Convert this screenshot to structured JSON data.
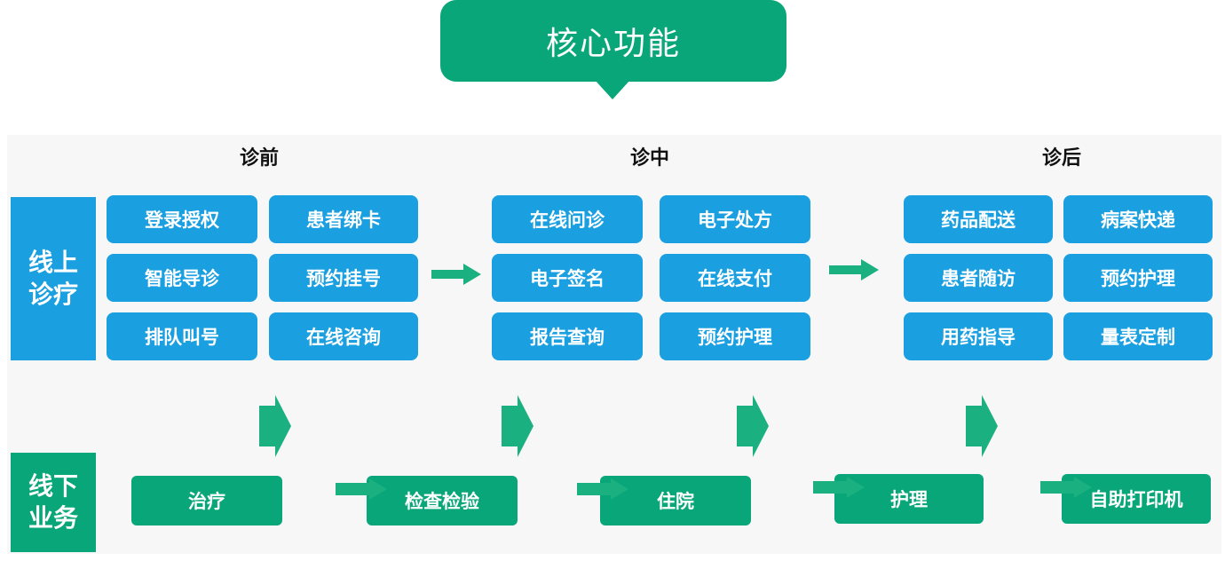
{
  "header": {
    "title": "核心功能"
  },
  "phases": {
    "pre": "诊前",
    "mid": "诊中",
    "post": "诊后"
  },
  "rows": {
    "online": "线上\n诊疗",
    "offline": "线下\n业务"
  },
  "pre_items": [
    "登录授权",
    "患者绑卡",
    "智能导诊",
    "预约挂号",
    "排队叫号",
    "在线咨询"
  ],
  "mid_items": [
    "在线问诊",
    "电子处方",
    "电子签名",
    "在线支付",
    "报告查询",
    "预约护理"
  ],
  "post_items": [
    "药品配送",
    "病案快递",
    "患者随访",
    "预约护理",
    "用药指导",
    "量表定制"
  ],
  "offline_items": [
    "治疗",
    "检查检验",
    "住院",
    "护理",
    "自助打印机"
  ],
  "colors": {
    "blue": "#1a9fe0",
    "green": "#08a678",
    "arrow_green": "#1bb07f",
    "band": "#f7f7f7"
  }
}
